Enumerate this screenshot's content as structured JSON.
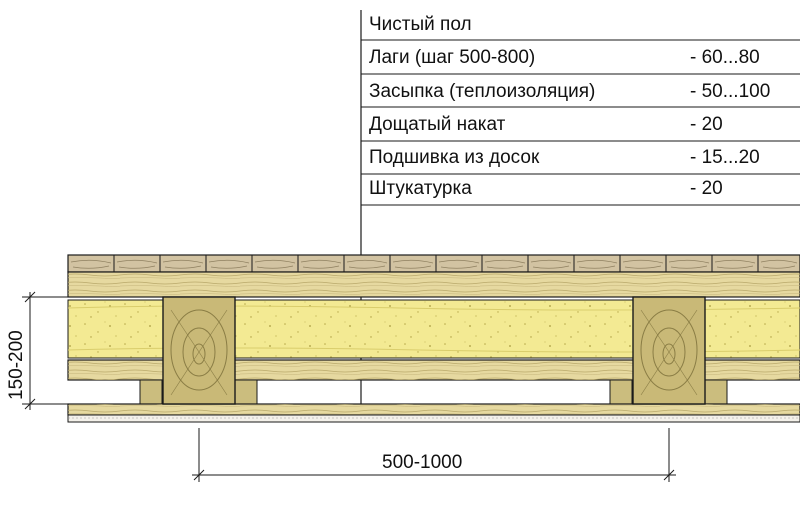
{
  "diagram": {
    "layers": [
      {
        "name": "Чистый пол",
        "thickness": ""
      },
      {
        "name": "Лаги (шаг 500-800)",
        "thickness": "- 60...80"
      },
      {
        "name": "Засыпка (теплоизоляция)",
        "thickness": "- 50...100"
      },
      {
        "name": "Дощатый накат",
        "thickness": "- 20"
      },
      {
        "name": "Подшивка из досок",
        "thickness": "- 15...20"
      },
      {
        "name": "Штукатурка",
        "thickness": "- 20"
      }
    ],
    "beam_spacing": "500-1000",
    "beam_height": "150-200",
    "colors": {
      "wood": "#e6d9a0",
      "wood_dark": "#c9b977",
      "insulation": "#f3ea93",
      "floor_board": "#d2c3a2",
      "line": "#1a1a1a",
      "background": "#ffffff"
    }
  }
}
